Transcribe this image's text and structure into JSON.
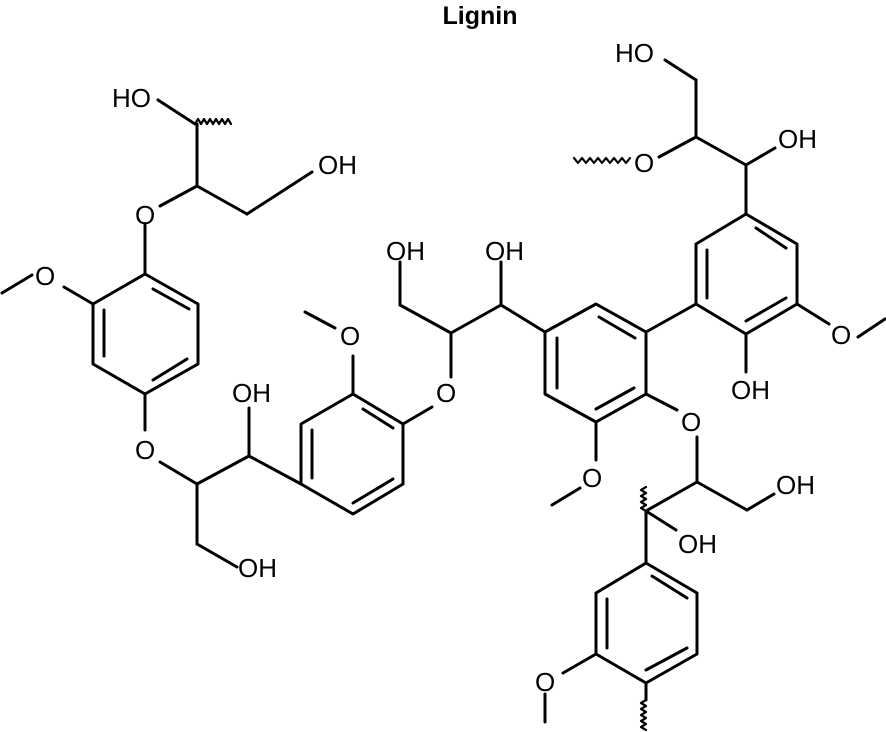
{
  "title": "Lignin",
  "labels": {
    "ho_top_left": "HO",
    "oh_upper_left": "OH",
    "o_left_ether_top": "O",
    "o_left_methoxy": "O",
    "o_left_ether_mid": "O",
    "oh_left_mid": "OH",
    "oh_left_bottom": "OH",
    "o_mid_methoxy": "O",
    "o_mid_ether": "O",
    "oh_center_left": "OH",
    "oh_center_right": "OH",
    "ho_top_right": "HO",
    "oh_top_right": "OH",
    "o_top_right_ether": "O",
    "o_right_methoxy": "O",
    "oh_right_phenol": "OH",
    "o_center_ether": "O",
    "o_center_methoxy": "O",
    "oh_lower_right": "OH",
    "oh_lower_mid": "OH",
    "o_bottom_methoxy": "O"
  }
}
